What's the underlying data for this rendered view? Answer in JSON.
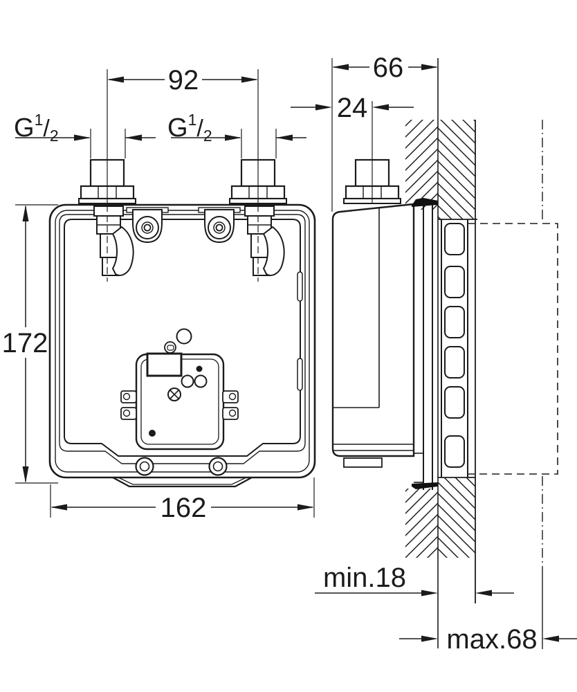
{
  "drawing_title": "",
  "dimensions": {
    "stud_spacing": "92",
    "thread_size": {
      "g": "G",
      "numerator": "1",
      "slash": "/",
      "denominator": "2"
    },
    "depth": "66",
    "stud_offset": "24",
    "body_height": "172",
    "body_width": "162",
    "wall_min": "min.18",
    "wall_max": "max.68"
  },
  "style": {
    "line_color": "#1b1b1b",
    "background": "#ffffff"
  }
}
